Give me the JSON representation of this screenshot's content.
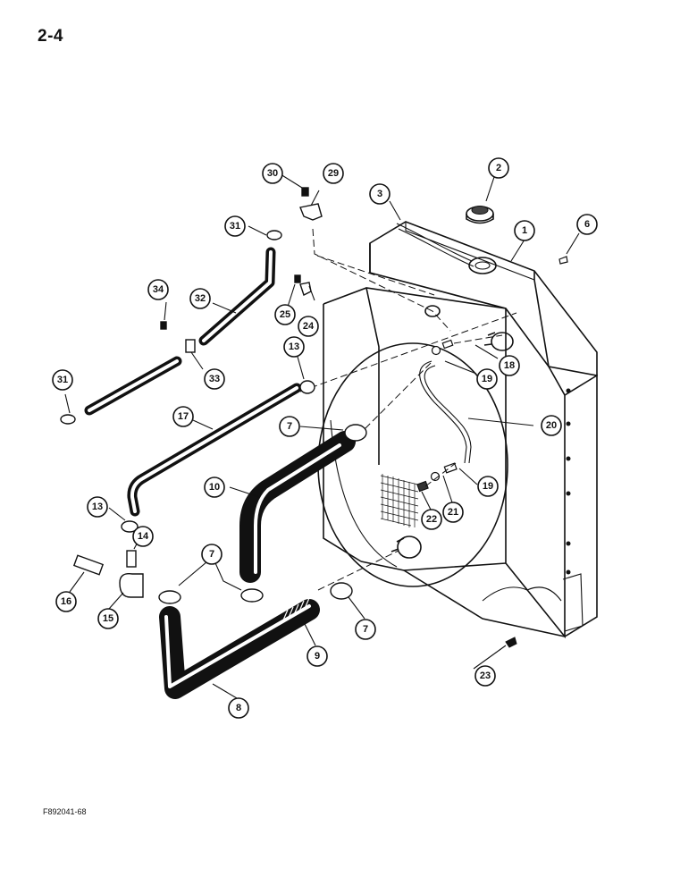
{
  "page_number": "2-4",
  "figure_code": "F892041-68",
  "callouts": {
    "c1": "1",
    "c2": "2",
    "c3": "3",
    "c6": "6",
    "c7a": "7",
    "c7b": "7",
    "c7c": "7",
    "c8": "8",
    "c9": "9",
    "c10": "10",
    "c13a": "13",
    "c13b": "13",
    "c14": "14",
    "c15": "15",
    "c16": "16",
    "c17": "17",
    "c18": "18",
    "c19a": "19",
    "c19b": "19",
    "c20": "20",
    "c21": "21",
    "c22": "22",
    "c23": "23",
    "c24": "24",
    "c25": "25",
    "c29": "29",
    "c30": "30",
    "c31a": "31",
    "c31b": "31",
    "c32": "32",
    "c33": "33",
    "c34": "34"
  }
}
